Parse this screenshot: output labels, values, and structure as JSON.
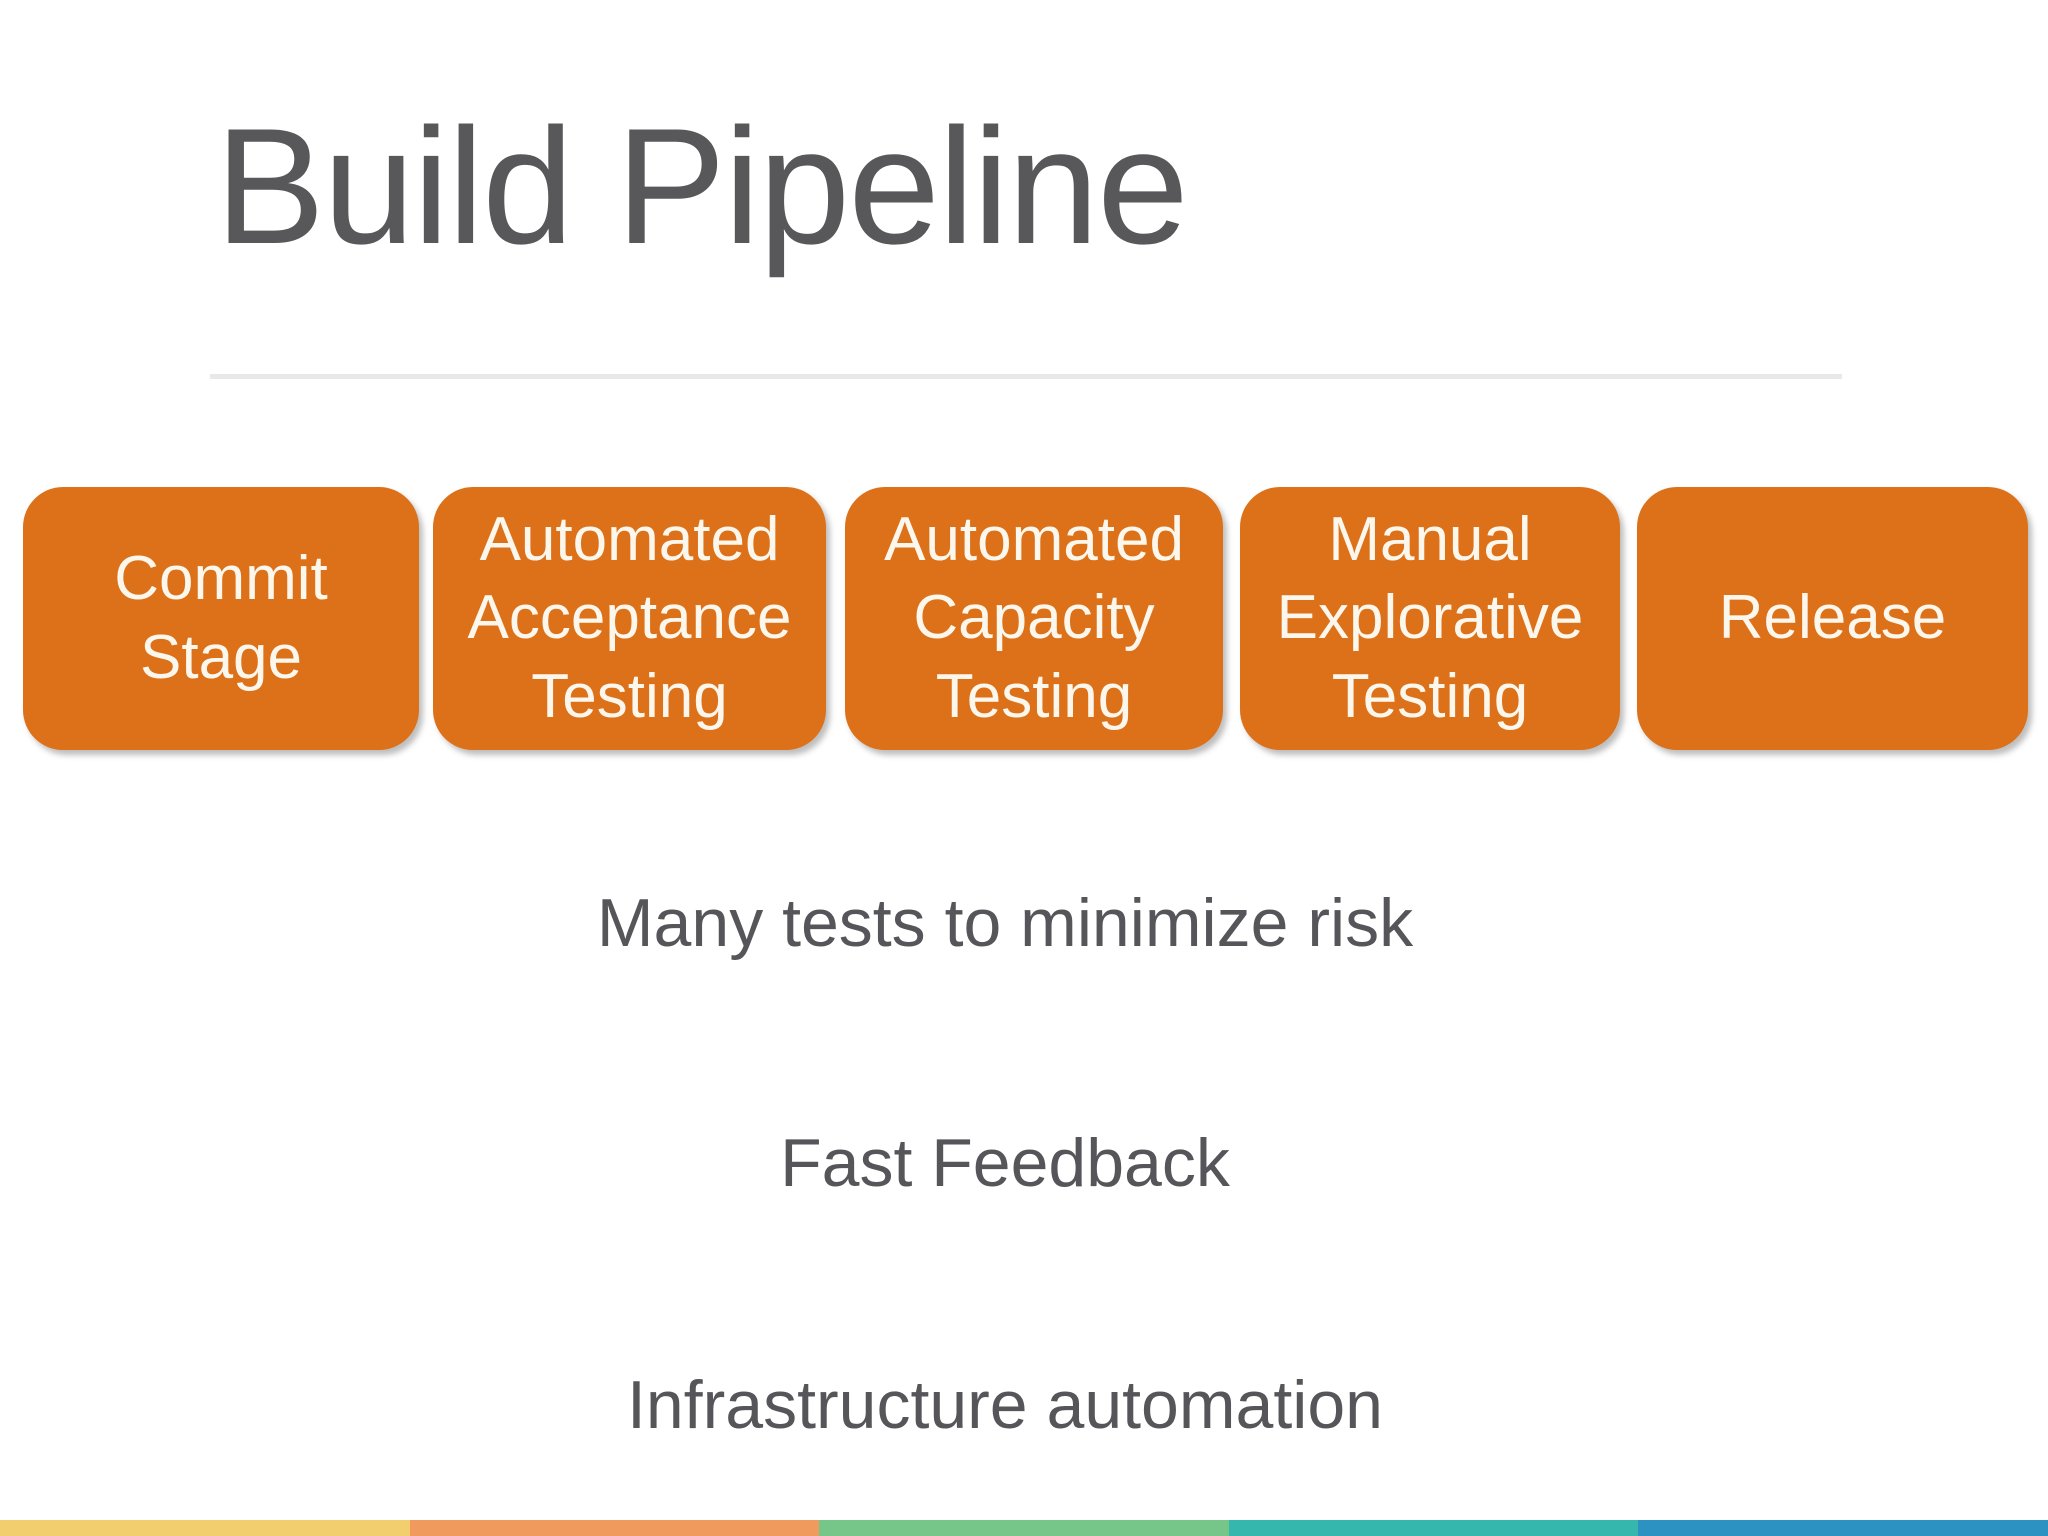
{
  "slide": {
    "title": "Build Pipeline",
    "stages": [
      {
        "label": "Commit Stage"
      },
      {
        "label": "Automated Acceptance Testing"
      },
      {
        "label": "Automated Capacity Testing"
      },
      {
        "label": "Manual Explorative Testing"
      },
      {
        "label": "Release"
      }
    ],
    "notes": [
      "Many tests to minimize risk",
      "Fast Feedback",
      "Infrastructure automation"
    ],
    "colors": {
      "background": "#FFFFFF",
      "title_text": "#58585A",
      "body_text": "#565559",
      "divider": "#E8E8E8",
      "stage_fill": "#DD7119",
      "stage_text": "#FCF7ED",
      "footer_stripes": [
        "#F3CE6F",
        "#F09A5D",
        "#76C689",
        "#36B7AD",
        "#2C92C2"
      ]
    }
  }
}
